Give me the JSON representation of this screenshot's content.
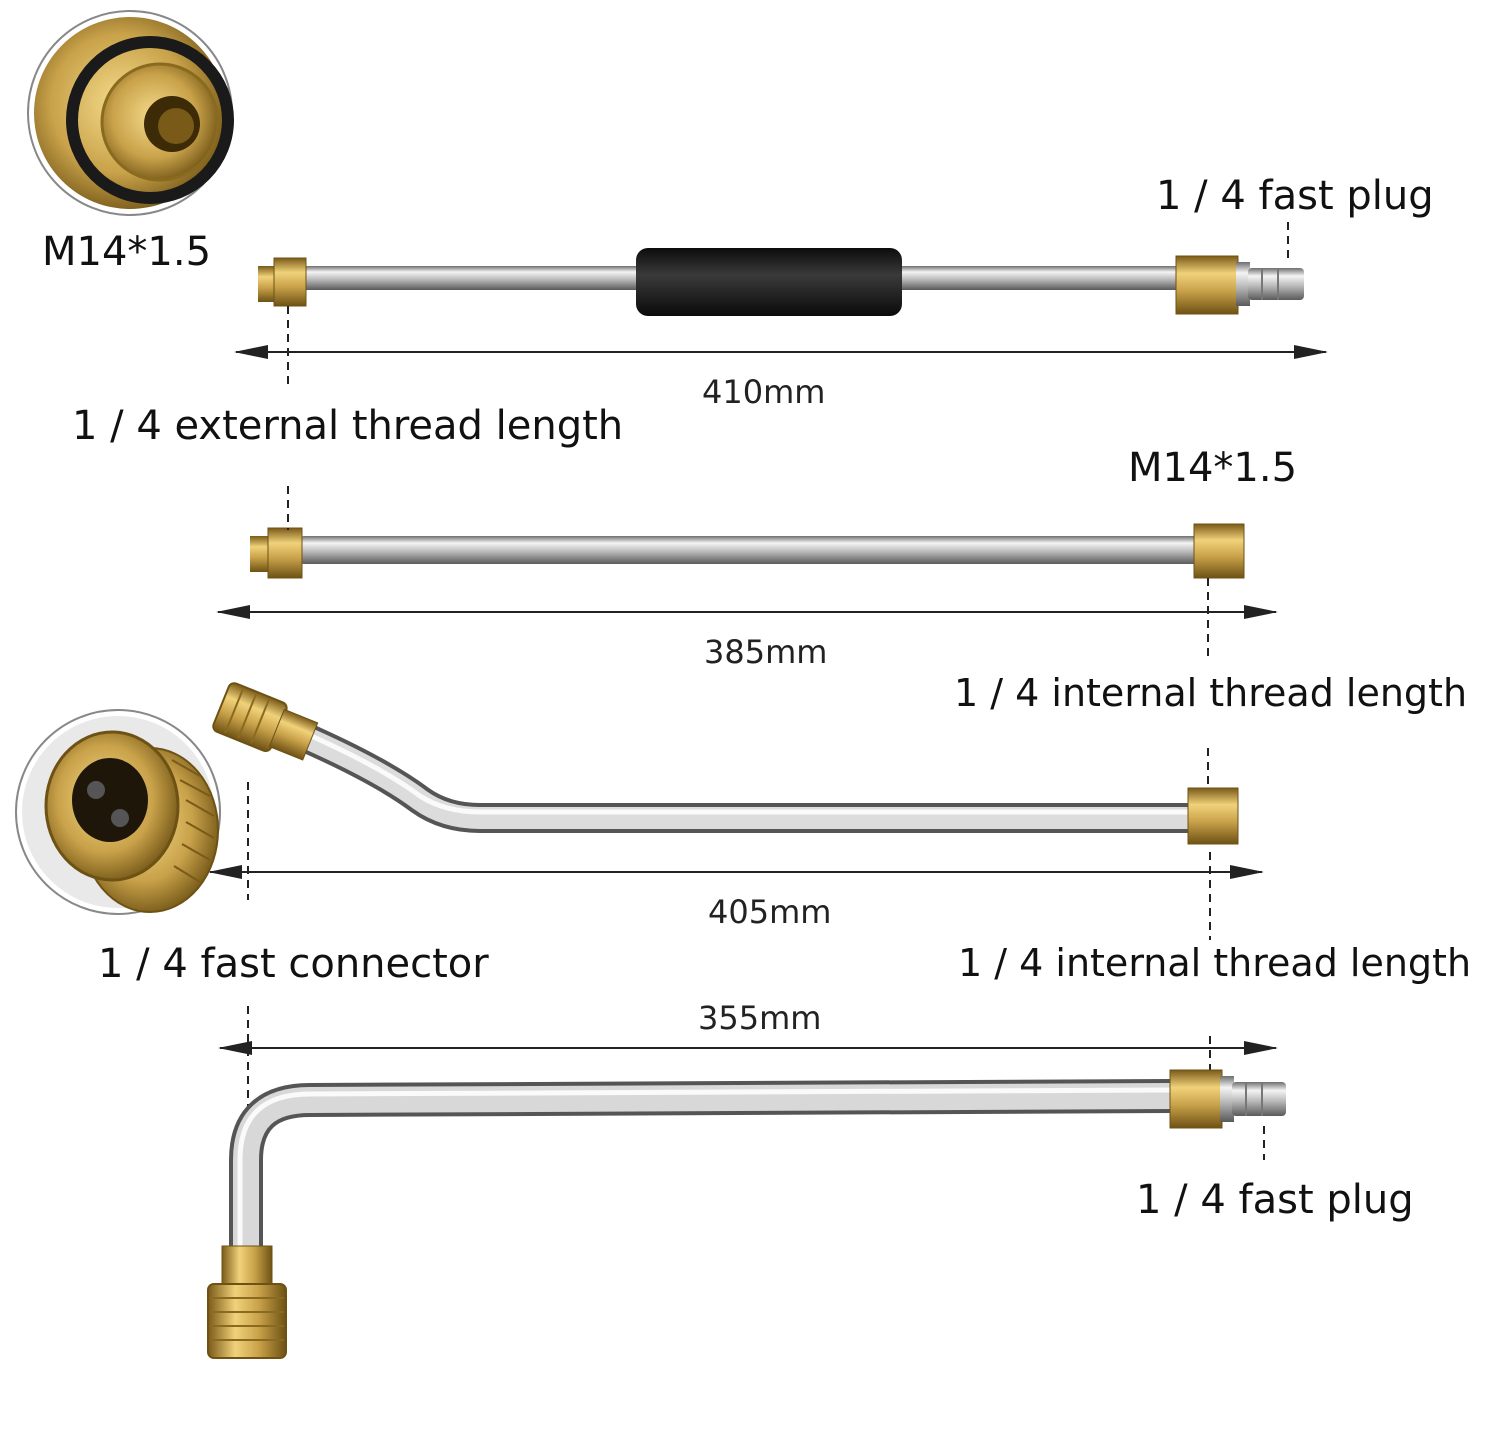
{
  "labels": {
    "m14_top": "M14*1.5",
    "fast_plug_top": "1 / 4 fast plug",
    "external_thread": "1 / 4  external  thread length",
    "m14_second": "M14*1.5",
    "internal_thread_1": "1 / 4 internal thread length",
    "fast_connector": "1 / 4 fast connector",
    "internal_thread_2": "1 / 4 internal thread length",
    "fast_plug_bottom": "1 / 4 fast plug"
  },
  "dimensions": {
    "wand_1": "410mm",
    "wand_2": "385mm",
    "wand_3": "405mm",
    "wand_4": "355mm"
  },
  "colors": {
    "brass": "#c9a24a",
    "brass_dark": "#8a6a1e",
    "steel": "#c8c8c8",
    "grip": "#1c1c1c"
  }
}
